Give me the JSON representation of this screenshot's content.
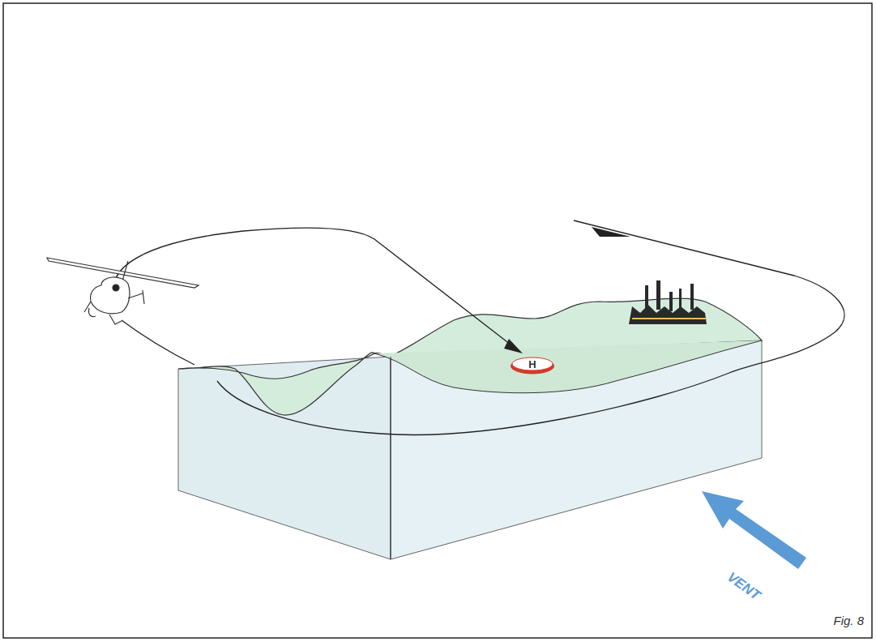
{
  "diagram": {
    "caption": "Fig. 8",
    "nodes": [
      {
        "text": [
          "H"
        ]
      }
    ],
    "labels": [
      "VENT"
    ]
  }
}
